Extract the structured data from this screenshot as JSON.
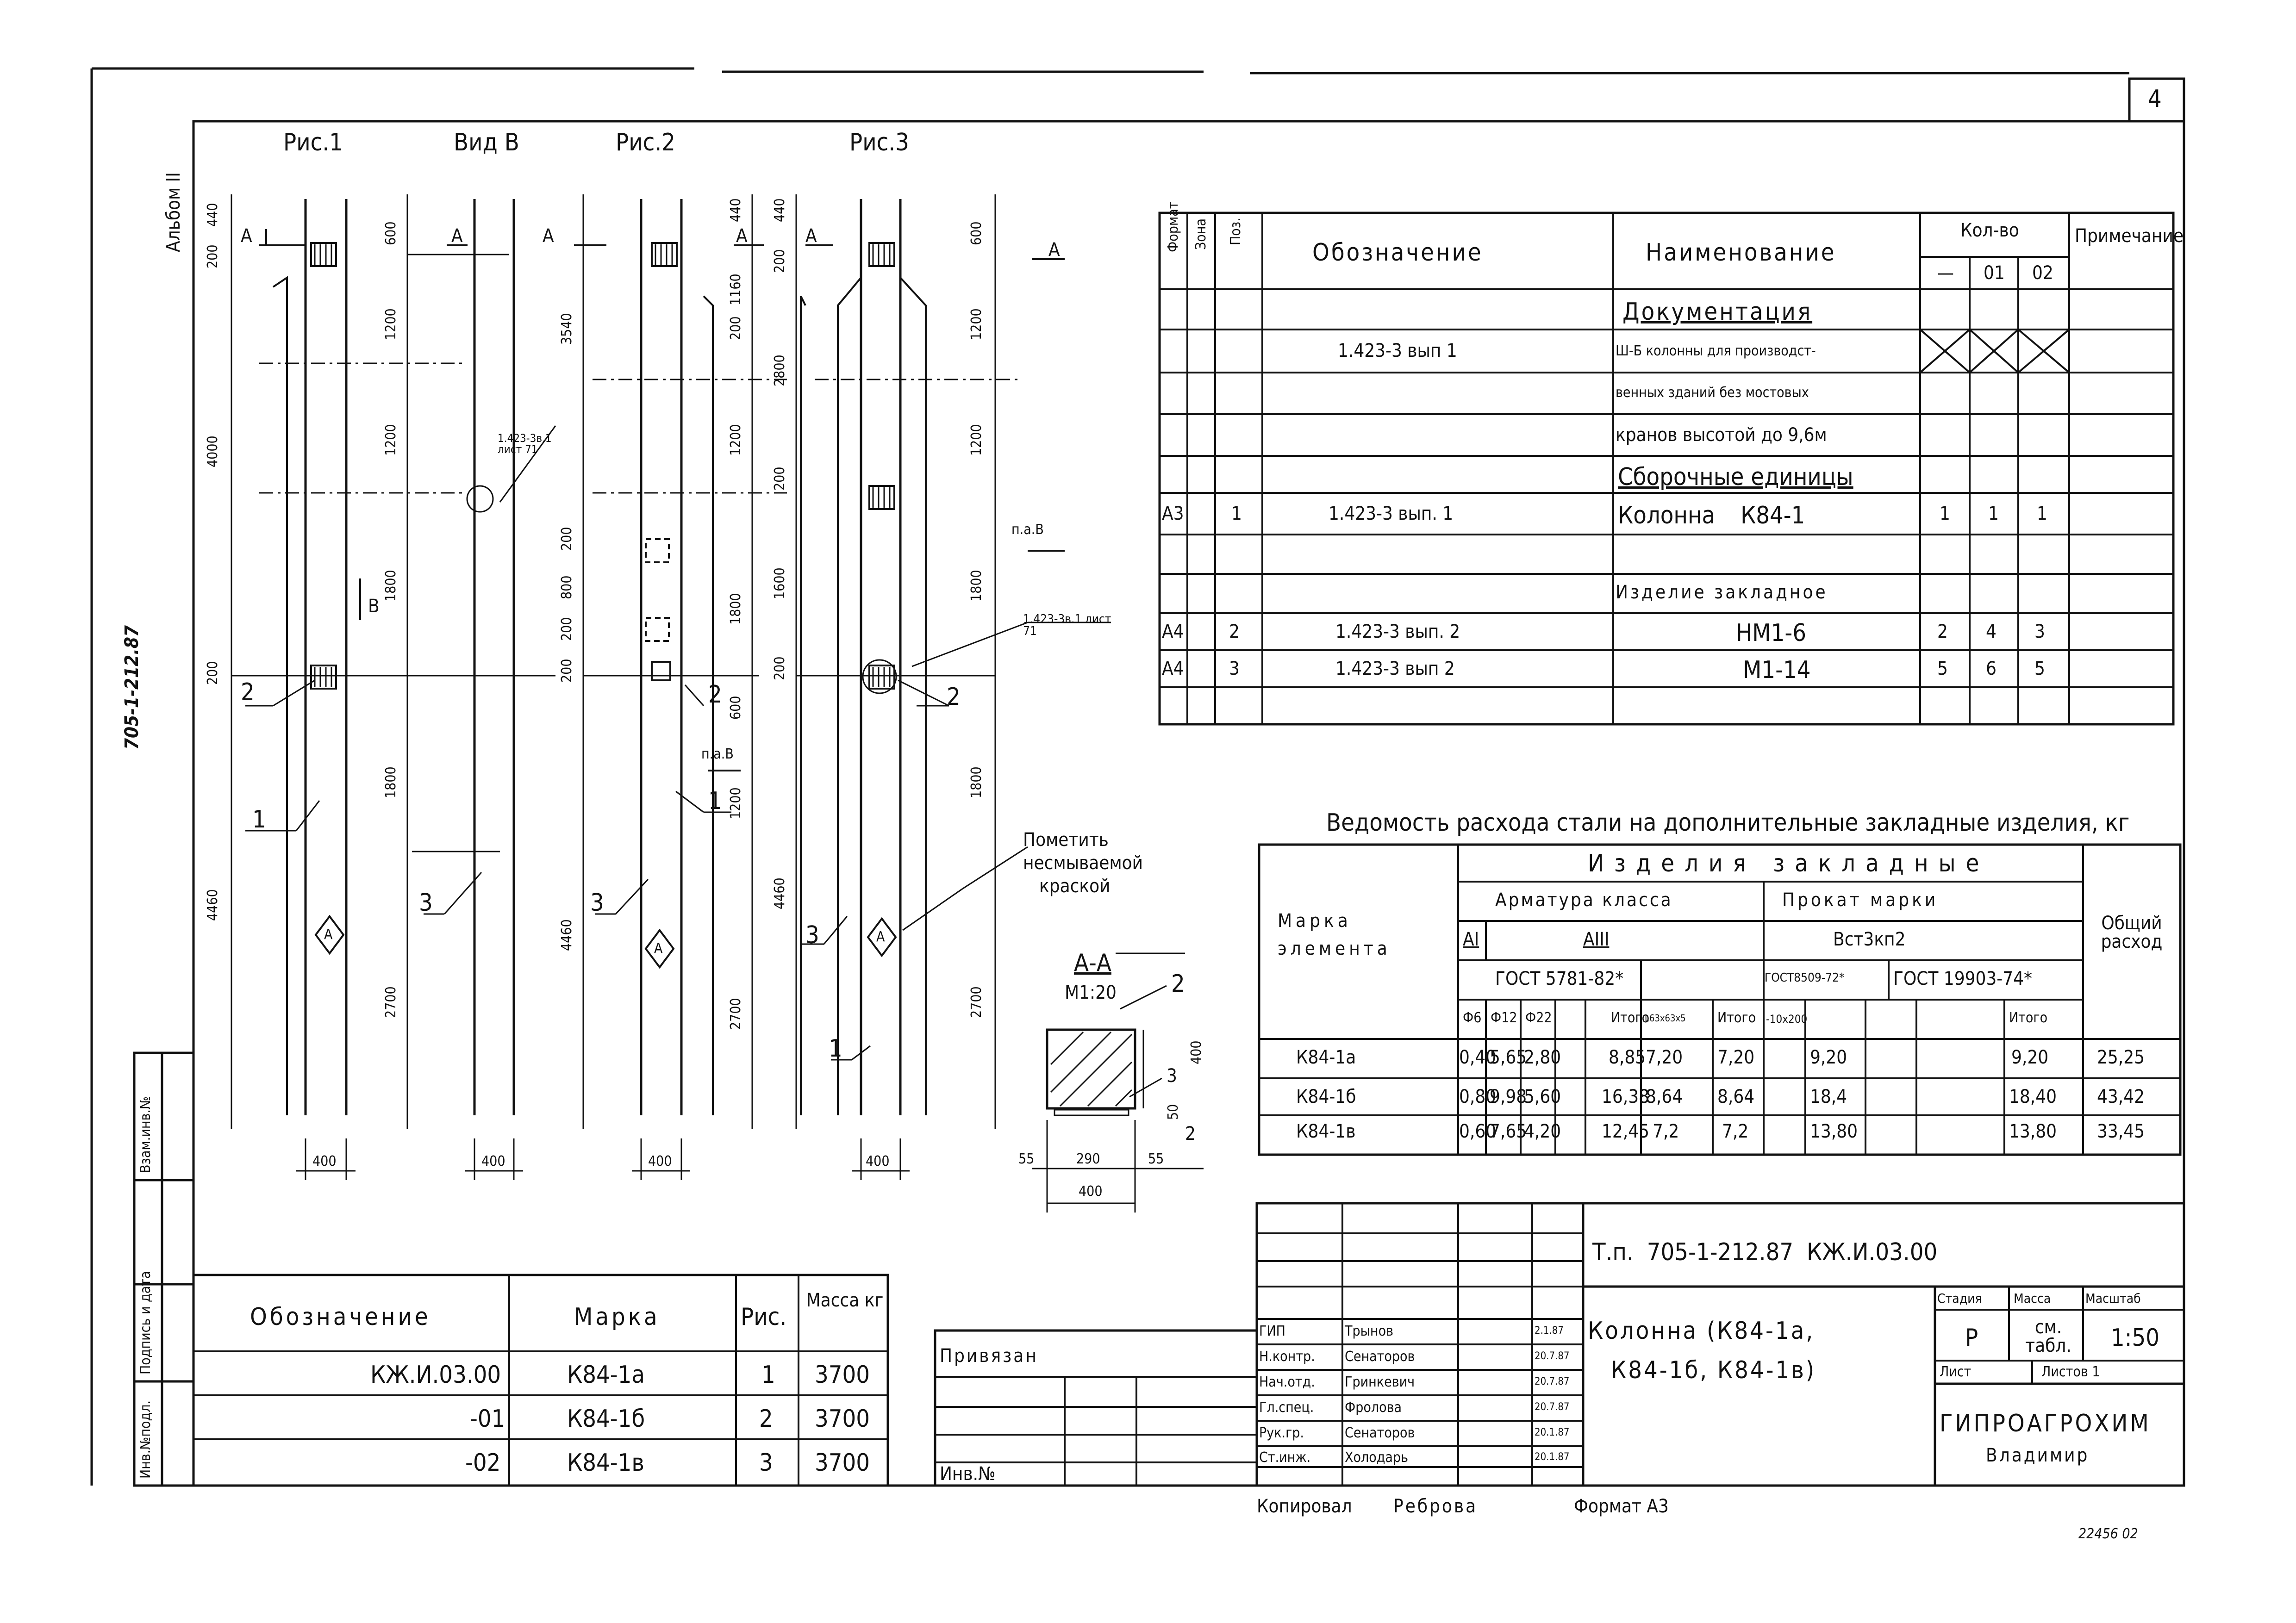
{
  "page": {
    "sheet_number": "4",
    "album": "Альбом II",
    "side_code": "705-1-212.87",
    "bottom_right_code": "22456 02",
    "copied_by_label": "Копировал",
    "copied_by": "Реброва",
    "format_label": "Формат А3"
  },
  "figures": {
    "fig1": "Рис.1",
    "viewB": "Вид В",
    "fig2": "Рис.2",
    "fig3": "Рис.3",
    "arrowA": "А",
    "viewB_marker": "В",
    "pav": "п.а.В",
    "leader_ref": "1.423-3в.1 лист 71",
    "note": [
      "Пометить",
      "несмываемой",
      "краской"
    ],
    "marker": "А",
    "dims_fig1": [
      "440",
      "200",
      "4000",
      "200",
      "4460",
      "400"
    ],
    "dims_viewB": [
      "600",
      "1200",
      "1200",
      "1800",
      "1800",
      "2700",
      "400"
    ],
    "dims_fig2": [
      "3540",
      "200",
      "800",
      "200",
      "200",
      "4460",
      "400",
      "440",
      "1160",
      "200",
      "1200",
      "1800",
      "600",
      "1200",
      "2700"
    ],
    "dims_fig3": [
      "440",
      "200",
      "2800",
      "200",
      "1600",
      "200",
      "4460",
      "400",
      "600",
      "1200",
      "1200",
      "1800",
      "1800",
      "2700"
    ],
    "callouts": [
      "1",
      "2",
      "3"
    ]
  },
  "section_AA": {
    "title": "А-А",
    "scale": "М1:20",
    "dims": [
      "55",
      "290",
      "55",
      "400",
      "400",
      "50"
    ],
    "callouts": [
      "2",
      "3",
      "2"
    ]
  },
  "spec_table": {
    "headers": {
      "format": "Формат",
      "zone": "Зона",
      "pos": "Поз.",
      "designation": "Обозначение",
      "name": "Наименование",
      "qty": "Кол-во",
      "qty_cols": [
        "—",
        "01",
        "02"
      ],
      "note": "Примечание"
    },
    "rows": [
      {
        "format": "",
        "pos": "",
        "designation": "",
        "name": "Документация",
        "q": [
          "",
          "",
          ""
        ],
        "underline": true
      },
      {
        "format": "",
        "pos": "",
        "designation": "1.423-3 вып 1",
        "name": "Ш-Б колонны для производст-",
        "q": [
          "",
          "",
          ""
        ],
        "crossed": true
      },
      {
        "format": "",
        "pos": "",
        "designation": "",
        "name": "венных зданий без мостовых",
        "q": [
          "",
          "",
          ""
        ]
      },
      {
        "format": "",
        "pos": "",
        "designation": "",
        "name": "кранов высотой до 9,6м",
        "q": [
          "",
          "",
          ""
        ]
      },
      {
        "format": "",
        "pos": "",
        "designation": "",
        "name": "Сборочные единицы",
        "q": [
          "",
          "",
          ""
        ],
        "underline": true
      },
      {
        "format": "А3",
        "pos": "1",
        "designation": "1.423-3 вып. 1",
        "name": "Колонна К84-1",
        "q": [
          "1",
          "1",
          "1"
        ]
      },
      {
        "format": "",
        "pos": "",
        "designation": "",
        "name": "",
        "q": [
          "",
          "",
          ""
        ]
      },
      {
        "format": "",
        "pos": "",
        "designation": "",
        "name": "Изделие закладное",
        "q": [
          "",
          "",
          ""
        ]
      },
      {
        "format": "А4",
        "pos": "2",
        "designation": "1.423-3 вып. 2",
        "name": "НМ1-6",
        "q": [
          "2",
          "4",
          "3"
        ]
      },
      {
        "format": "А4",
        "pos": "3",
        "designation": "1.423-3 вып 2",
        "name": "М1-14",
        "q": [
          "5",
          "6",
          "5"
        ]
      },
      {
        "format": "",
        "pos": "",
        "designation": "",
        "name": "",
        "q": [
          "",
          "",
          ""
        ]
      }
    ]
  },
  "steel_table": {
    "title": "Ведомость расхода стали на дополнительные закладные изделия, кг",
    "h_mark": "Марка элемента",
    "h_items": "Изделия закладные",
    "h_rebar": "Арматура класса",
    "h_rolled": "Прокат марки",
    "h_total": "Общий расход",
    "h_AI": "АI",
    "h_AIII": "АIII",
    "h_steel": "Вст3кп2",
    "h_gost1": "ГОСТ 5781-82*",
    "h_gost2": "ГОСТ8509-72*",
    "h_gost3": "ГОСТ 19903-74*",
    "cols": [
      "Ф6",
      "Ф12",
      "Ф22",
      "",
      "Итого",
      "L63х63х5",
      "Итого",
      "-10х200",
      "",
      "Итого"
    ],
    "rows": [
      {
        "mark": "К84-1а",
        "v": [
          "0,40",
          "5,65",
          "2,80",
          "",
          "8,85",
          "7,20",
          "7,20",
          "9,20",
          "",
          "9,20"
        ],
        "total": "25,25"
      },
      {
        "mark": "К84-1б",
        "v": [
          "0,80",
          "9,98",
          "5,60",
          "",
          "16,38",
          "8,64",
          "8,64",
          "18,4",
          "",
          "18,40"
        ],
        "total": "43,42"
      },
      {
        "mark": "К84-1в",
        "v": [
          "0,60",
          "7,65",
          "4,20",
          "",
          "12,45",
          "7,2",
          "7,2",
          "13,80",
          "",
          "13,80"
        ],
        "total": "33,45"
      }
    ]
  },
  "left_side_stamp": [
    "Инв.№подл.",
    "Подпись и дата",
    "Взам.инв.№"
  ],
  "mark_table": {
    "headers": [
      "Обозначение",
      "Марка",
      "Рис.",
      "Масса кг"
    ],
    "rows": [
      {
        "des": "КЖ.И.03.00",
        "mark": "К84-1а",
        "fig": "1",
        "mass": "3700"
      },
      {
        "des": "-01",
        "mark": "К84-1б",
        "fig": "2",
        "mass": "3700"
      },
      {
        "des": "-02",
        "mark": "К84-1в",
        "fig": "3",
        "mass": "3700"
      }
    ]
  },
  "privyazan": {
    "label": "Привязан",
    "inv": "Инв.№"
  },
  "title_block": {
    "code": "Т.п. 705-1-212.87 КЖ.И.03.00",
    "title": [
      "Колонна (К84-1а,",
      "К84-1б, К84-1в)"
    ],
    "stage_h": "Стадия",
    "mass_h": "Масса",
    "scale_h": "Масштаб",
    "stage": "Р",
    "mass": "см. табл.",
    "scale": "1:50",
    "sheet_h": "Лист",
    "sheets_h": "Листов 1",
    "org": "ГИПРОАГРОХИМ",
    "city": "Владимир",
    "people": [
      {
        "role": "ГИП",
        "name": "Трынов",
        "date": "2.1.87"
      },
      {
        "role": "Н.контр.",
        "name": "Сенаторов",
        "date": "20.7.87"
      },
      {
        "role": "Нач.отд.",
        "name": "Гринкевич",
        "date": "20.7.87"
      },
      {
        "role": "Гл.спец.",
        "name": "Фролова",
        "date": "20.7.87"
      },
      {
        "role": "Рук.гр.",
        "name": "Сенаторов",
        "date": "20.1.87"
      },
      {
        "role": "Ст.инж.",
        "name": "Холодарь",
        "date": "20.1.87"
      }
    ]
  }
}
